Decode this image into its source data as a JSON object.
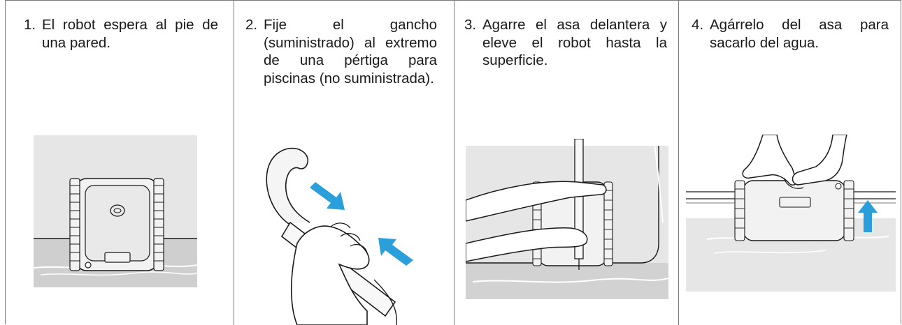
{
  "steps": [
    {
      "number": "1.",
      "text": "El robot espera al pie de una pared.",
      "illustration": "robot-at-wall-illustration"
    },
    {
      "number": "2.",
      "text": "Fije el gancho (suministrado) al extremo de una pértiga para piscinas (no suministrada).",
      "illustration": "hook-on-pole-illustration"
    },
    {
      "number": "3.",
      "text": "Agarre el asa delantera y eleve el robot hasta la superficie.",
      "illustration": "lift-robot-with-pole-illustration"
    },
    {
      "number": "4.",
      "text": "Agárrelo del asa para sacarlo del agua.",
      "illustration": "pull-robot-out-illustration"
    }
  ],
  "colors": {
    "border": "#7a7a7a",
    "arrow": "#2b9fd9",
    "line": "#1a1a1a",
    "panel": "#e6e6e6"
  }
}
